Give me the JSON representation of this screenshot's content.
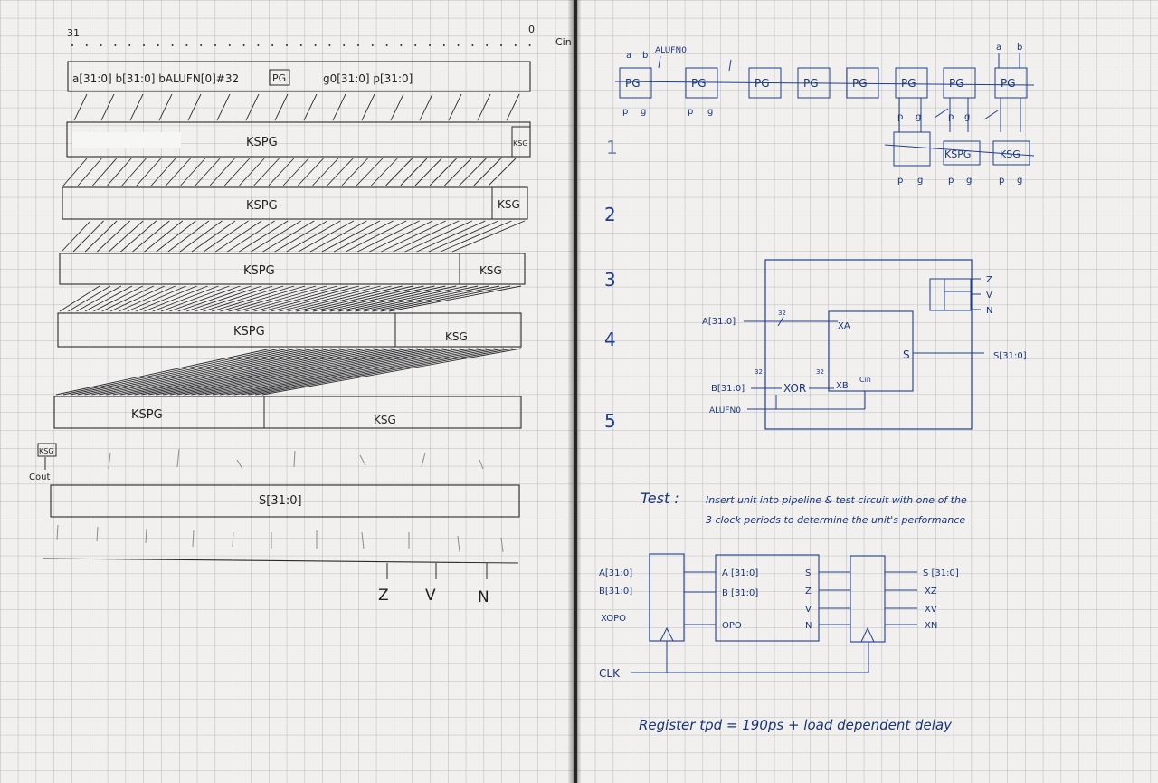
{
  "left": {
    "bit_msb": "31",
    "bit_lsb": "0",
    "cin": "Cin",
    "top_inputs": "a[31:0]  b[31:0]  bALUFN[0]#32",
    "pg_box": "PG",
    "top_outputs": "g0[31:0]   p[31:0]",
    "stage_kspg": "KSPG",
    "stage_ksg": "KSG",
    "stage1_ksg": "KSG",
    "cout_box": "KSG",
    "cout": "Cout",
    "sum_bus": "S[31:0]",
    "flag_z": "Z",
    "flag_v": "V",
    "flag_n": "N"
  },
  "right": {
    "pg_label": "PG",
    "ksg_label": "KSG",
    "kspg_label": "KSPG",
    "alufn": "ALUFN0",
    "port_a": "a",
    "port_b": "b",
    "port_p": "p",
    "port_g": "g",
    "stage_numbers": [
      "1",
      "2",
      "3",
      "4",
      "5"
    ],
    "adder": {
      "in_a": "A[31:0]",
      "in_b": "B[31:0]",
      "in_alufn": "ALUFN0",
      "width": "32",
      "xor": "XOR",
      "xa": "XA",
      "xb": "XB",
      "cin": "Cin",
      "s": "S",
      "out_s": "S[31:0]",
      "out_z": "Z",
      "out_v": "V",
      "out_n": "N"
    },
    "test_label": "Test :",
    "test_line1": "Insert unit into pipeline & test circuit with one of the",
    "test_line2": "3 clock periods to determine the unit's performance",
    "pipe": {
      "in_a": "A[31:0]",
      "in_b": "B[31:0]",
      "in_op": "XOPO",
      "port_a": "A [31:0]",
      "port_b": "B [31:0]",
      "port_op": "OPO",
      "s": "S",
      "z": "Z",
      "v": "V",
      "n": "N",
      "out_s": "S [31:0]",
      "out_z": "XZ",
      "out_v": "XV",
      "out_n": "XN",
      "clk": "CLK"
    },
    "register_note": "Register  tpd  = 190ps + load dependent delay"
  }
}
